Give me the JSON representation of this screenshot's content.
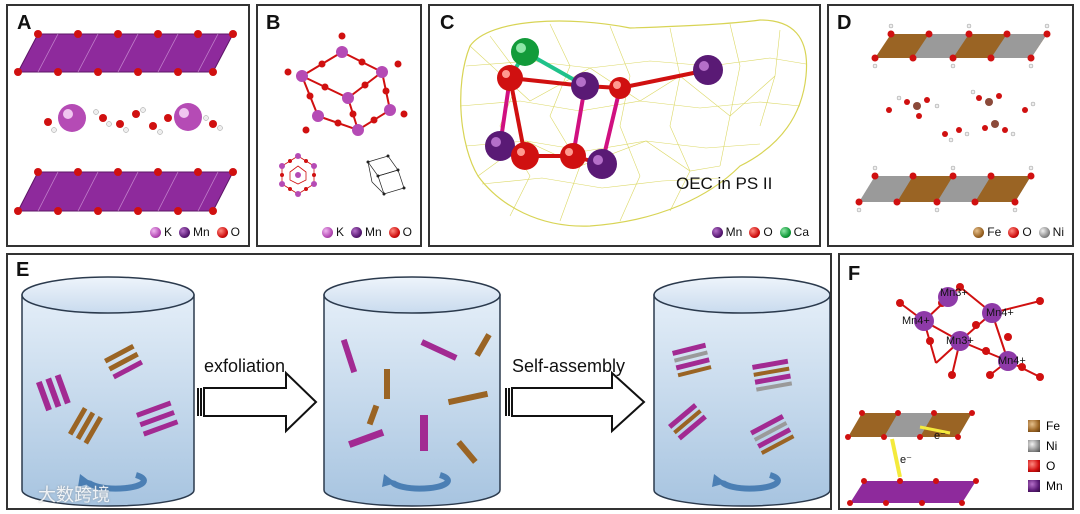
{
  "panels": {
    "A": {
      "label": "A",
      "legend": [
        "K",
        "Mn",
        "O"
      ]
    },
    "B": {
      "label": "B",
      "legend": [
        "K",
        "Mn",
        "O"
      ]
    },
    "C": {
      "label": "C",
      "caption": "OEC in PS II",
      "legend": [
        "Mn",
        "O",
        "Ca"
      ]
    },
    "D": {
      "label": "D",
      "legend": [
        "Fe",
        "O",
        "Ni"
      ]
    },
    "E": {
      "label": "E",
      "step1": "exfoliation",
      "step2": "Self-assembly"
    },
    "F": {
      "label": "F",
      "ions": [
        "Mn3+",
        "Mn4+",
        "Mn4+",
        "Mn3+",
        "Mn4+"
      ],
      "electron": "e⁻",
      "legend": [
        "Fe",
        "Ni",
        "O",
        "Mn"
      ]
    }
  },
  "watermark": "大数跨境",
  "colors": {
    "K": "#b54bb5",
    "Mn": "#5a1a75",
    "O": "#d01010",
    "Ca": "#129b3a",
    "Fe": "#9a6424",
    "Ni": "#8b8b8b",
    "mesh": "#d8d455"
  }
}
